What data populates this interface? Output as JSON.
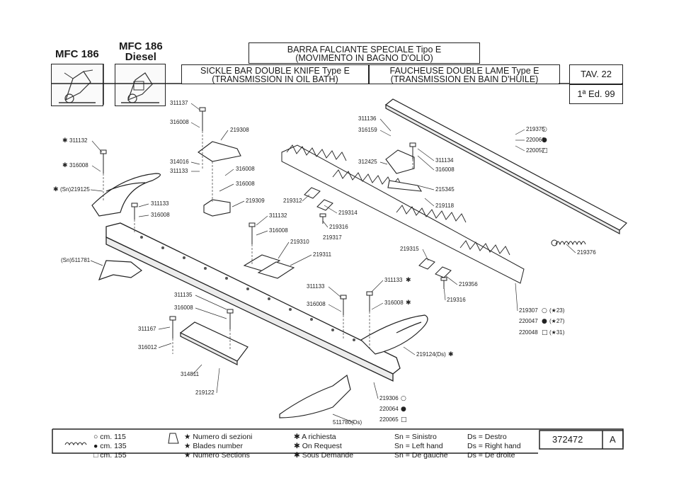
{
  "header": {
    "model_a": "MFC 186",
    "model_b_line1": "MFC 186",
    "model_b_line2": "Diesel",
    "title_it_1": "BARRA FALCIANTE SPECIALE Tipo E",
    "title_it_2": "(MOVIMENTO IN BAGNO D'OLIO)",
    "title_en_1": "SICKLE BAR DOUBLE KNIFE Type E",
    "title_en_2": "(TRANSMISSION IN OIL BATH)",
    "title_fr_1": "FAUCHEUSE DOUBLE LAME Type E",
    "title_fr_2": "(TRANSMISSION EN BAIN D'HUILE)",
    "tav": "TAV. 22",
    "edition": "1ª Ed. 99"
  },
  "parts": {
    "p311137": "311137",
    "p316008a": "316008",
    "p219308": "219308",
    "p311132a": "311132",
    "p316008b": "316008",
    "p219125": "(Sn)219125",
    "p314016": "314016",
    "p311133a": "311133",
    "p316008c": "316008",
    "p316008d": "316008",
    "p311133b": "311133",
    "p316008e": "316008",
    "p219309": "219309",
    "p311132b": "311132",
    "p316008f": "316008",
    "p219310": "219310",
    "p219311": "219311",
    "p511781": "(Sn)511781",
    "p311135": "311135",
    "p316008g": "316008",
    "p311167": "311167",
    "p316012": "316012",
    "p314811": "314811",
    "p219122": "219122",
    "p219312": "219312",
    "p219314": "219314",
    "p219316a": "219316",
    "p219317": "219317",
    "p311136": "311136",
    "p316159": "316159",
    "p312425": "312425",
    "p311134": "311134",
    "p316008h": "316008",
    "p215345": "215345",
    "p219118": "219118",
    "p219375": "219375",
    "p220066": "220066",
    "p220057": "220057",
    "p219376": "219376",
    "p219315": "219315",
    "p219356": "219356",
    "p219316b": "219316",
    "p311133c": "311133",
    "p316008i": "316008",
    "p311133d": "311133",
    "p316008j": "316008",
    "p219124": "219124(Ds)",
    "p219307": "219307",
    "p219307s": "(★23)",
    "p220047": "220047",
    "p220047s": "(★27)",
    "p220048": "220048",
    "p220048s": "(★31)",
    "p219306": "219306",
    "p220064": "220064",
    "p220065": "220065",
    "p511780": "511780(Ds)"
  },
  "legend": {
    "cm115": "cm. 115",
    "cm135": "cm. 135",
    "cm155": "cm. 155",
    "sez_it": "Numero di sezioni",
    "sez_en": "Blades number",
    "sez_fr": "Numero Sections",
    "req_it": "A richiesta",
    "req_en": "On Request",
    "req_fr": "Sous Demande",
    "sn_it": "Sn = Sinistro",
    "sn_en": "Sn = Left hand",
    "sn_fr": "Sn = De gauche",
    "ds_it": "Ds = Destro",
    "ds_en": "Ds = Right hand",
    "ds_fr": "Ds = De droite",
    "code": "372472",
    "rev": "A"
  }
}
